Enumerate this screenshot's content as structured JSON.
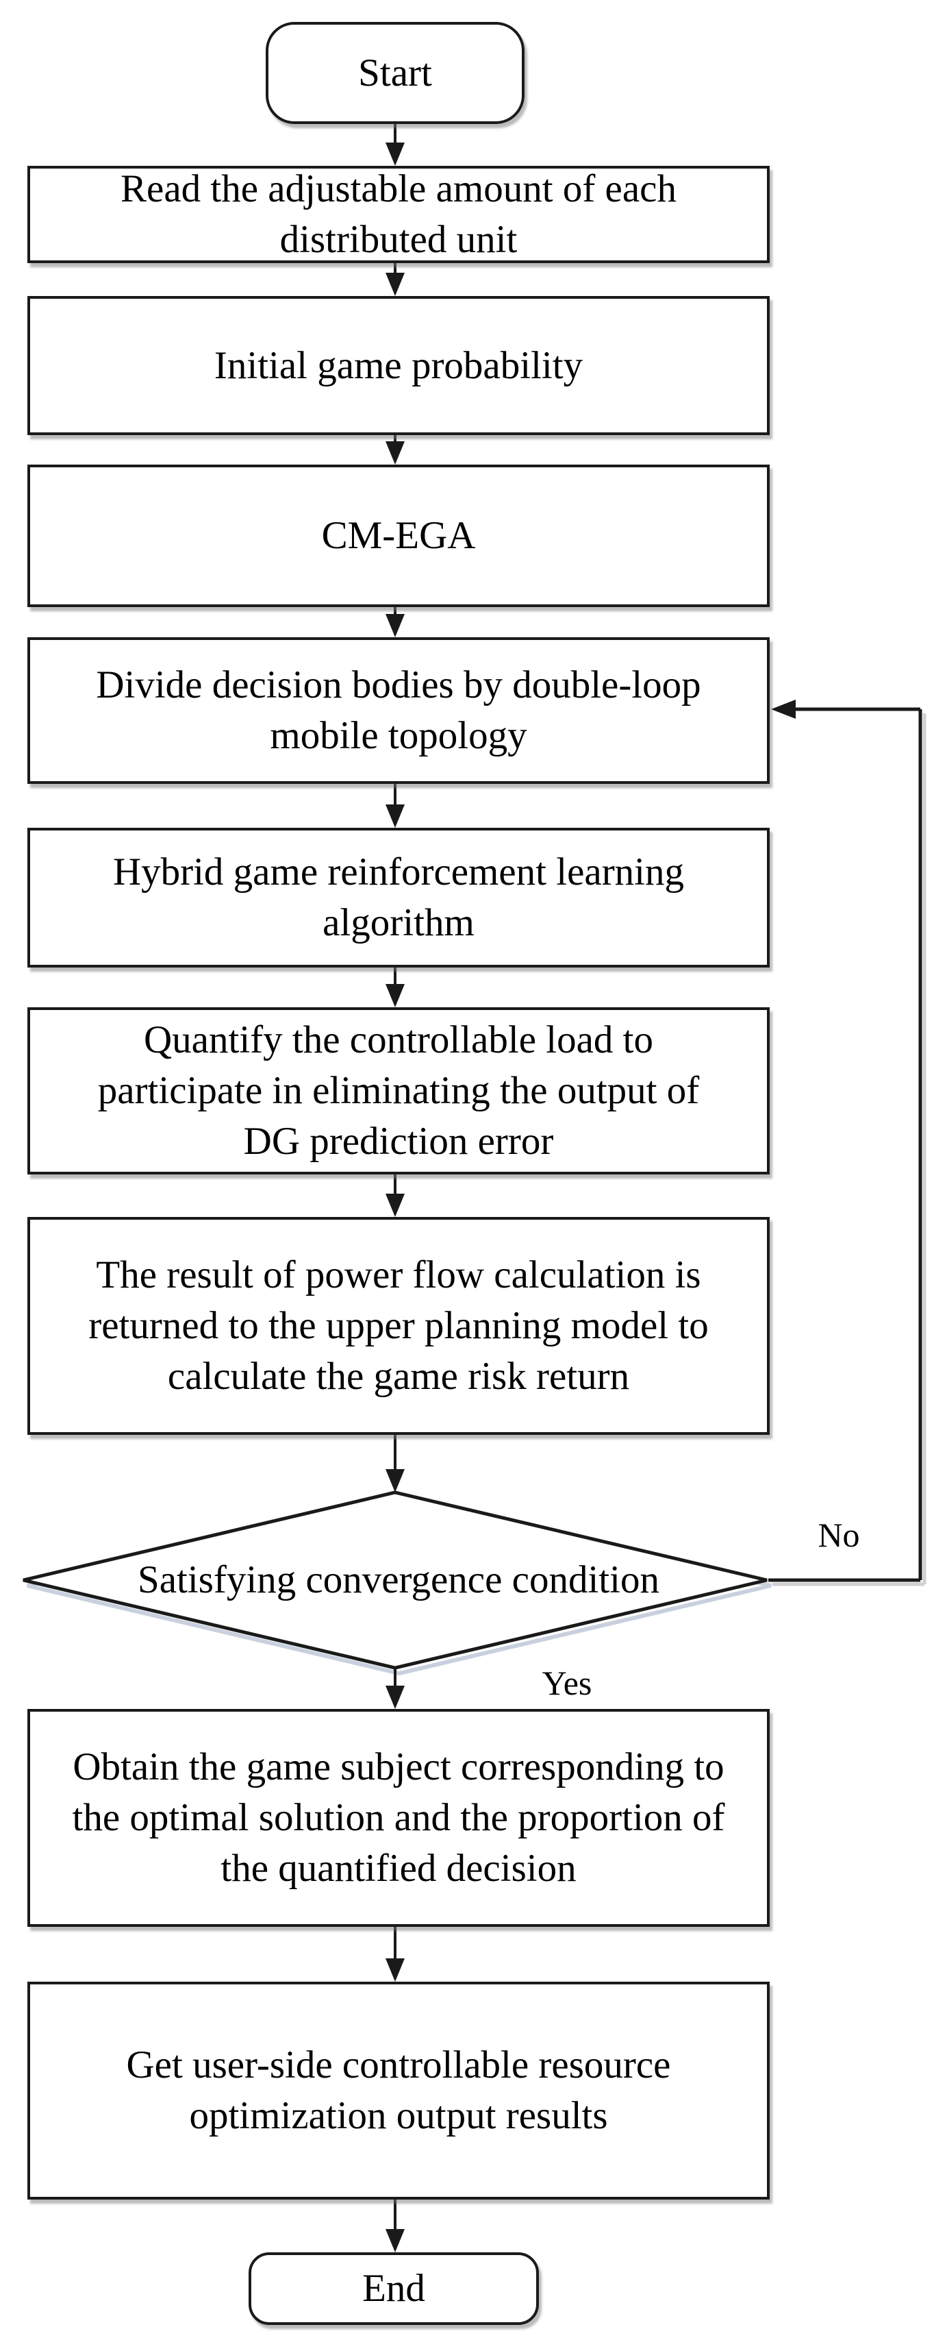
{
  "flowchart": {
    "nodes": {
      "start": {
        "label": "Start"
      },
      "read": {
        "label": "Read the adjustable amount of each\ndistributed unit"
      },
      "initial": {
        "label": "Initial game probability"
      },
      "cmega": {
        "label": "CM-EGA"
      },
      "divide": {
        "label": "Divide decision bodies by double-loop\nmobile topology"
      },
      "hybrid": {
        "label": "Hybrid game reinforcement learning\nalgorithm"
      },
      "quantify": {
        "label": "Quantify the controllable load to\nparticipate in eliminating the output of\nDG prediction error"
      },
      "result": {
        "label": "The result of power flow calculation is\nreturned to the upper planning model to\ncalculate the game risk return"
      },
      "decision": {
        "label": "Satisfying convergence condition"
      },
      "obtain": {
        "label": "Obtain the game subject corresponding to\nthe optimal solution and the proportion of\nthe quantified decision"
      },
      "get": {
        "label": "Get user-side controllable resource\noptimization output results"
      },
      "end": {
        "label": "End"
      }
    },
    "edge_labels": {
      "yes": "Yes",
      "no": "No"
    },
    "colors": {
      "line": "#1a1a1a",
      "node_fill": "#ffffff",
      "text": "#000000",
      "diamond_shadow": "#c3cbd9",
      "line_shadow": "#ababab"
    }
  }
}
